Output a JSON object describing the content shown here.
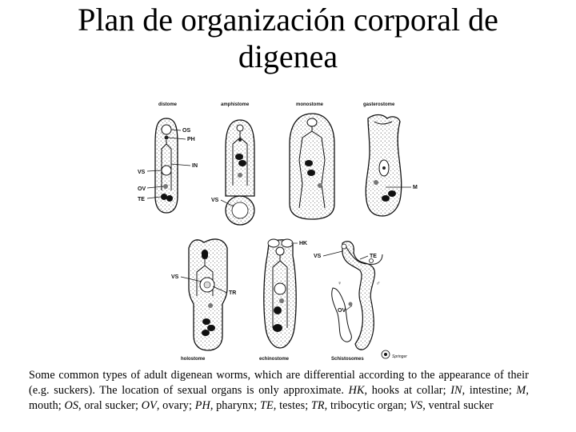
{
  "title": "Plan de organización corporal de digenea",
  "figure": {
    "types": [
      "distome",
      "amphistome",
      "monostome",
      "gasterostome",
      "holostome",
      "echinostome",
      "Schistosomes"
    ],
    "labels": {
      "os": "OS",
      "ph": "PH",
      "in": "IN",
      "vs": "VS",
      "ov": "OV",
      "te": "TE",
      "m": "M",
      "hk": "HK",
      "tr": "TR",
      "female": "♀",
      "male": "♂"
    },
    "publisher": "Springer"
  },
  "caption": {
    "intro": "Some common types of adult digenean worms, which are differential according to the appearance of their (e.g. suckers). The location of sexual organs is only approximate.",
    "defs": [
      {
        "abbr": "HK",
        "text": "hooks at collar"
      },
      {
        "abbr": "IN",
        "text": "intestine"
      },
      {
        "abbr": "M",
        "text": "mouth"
      },
      {
        "abbr": "OS",
        "text": "oral sucker"
      },
      {
        "abbr": "OV",
        "text": "ovary"
      },
      {
        "abbr": "PH",
        "text": "pharynx"
      },
      {
        "abbr": "TE",
        "text": "testes"
      },
      {
        "abbr": "TR",
        "text": "tribocytic organ"
      },
      {
        "abbr": "VS",
        "text": "ventral sucker"
      }
    ]
  }
}
